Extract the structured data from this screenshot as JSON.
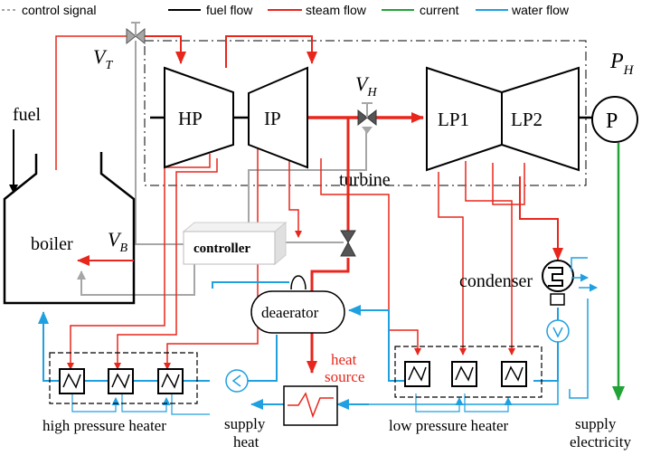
{
  "legend": {
    "control_signal": "control signal",
    "fuel_flow": "fuel flow",
    "steam_flow": "steam flow",
    "current": "current",
    "water_flow": "water flow"
  },
  "labels": {
    "fuel": "fuel",
    "boiler": "boiler",
    "vt": "V",
    "vt_sub": "T",
    "vb": "V",
    "vb_sub": "B",
    "vh": "V",
    "vh_sub": "H",
    "ph": "P",
    "ph_sub": "H",
    "hp": "HP",
    "ip": "IP",
    "lp1": "LP1",
    "lp2": "LP2",
    "p": "P",
    "turbine": "turbine",
    "controller": "controller",
    "deaerator": "deaerator",
    "condenser": "condenser",
    "heat_source_1": "heat",
    "heat_source_2": "source",
    "high_pressure_heater": "high pressure heater",
    "low_pressure_heater": "low pressure heater",
    "supply_heat_1": "supply",
    "supply_heat_2": "heat",
    "supply_electricity_1": "supply",
    "supply_electricity_2": "electricity"
  },
  "colors": {
    "control": "#a6a6a6",
    "fuel": "#000000",
    "steam": "#e8261c",
    "current": "#21a336",
    "water": "#1fa0e0"
  }
}
